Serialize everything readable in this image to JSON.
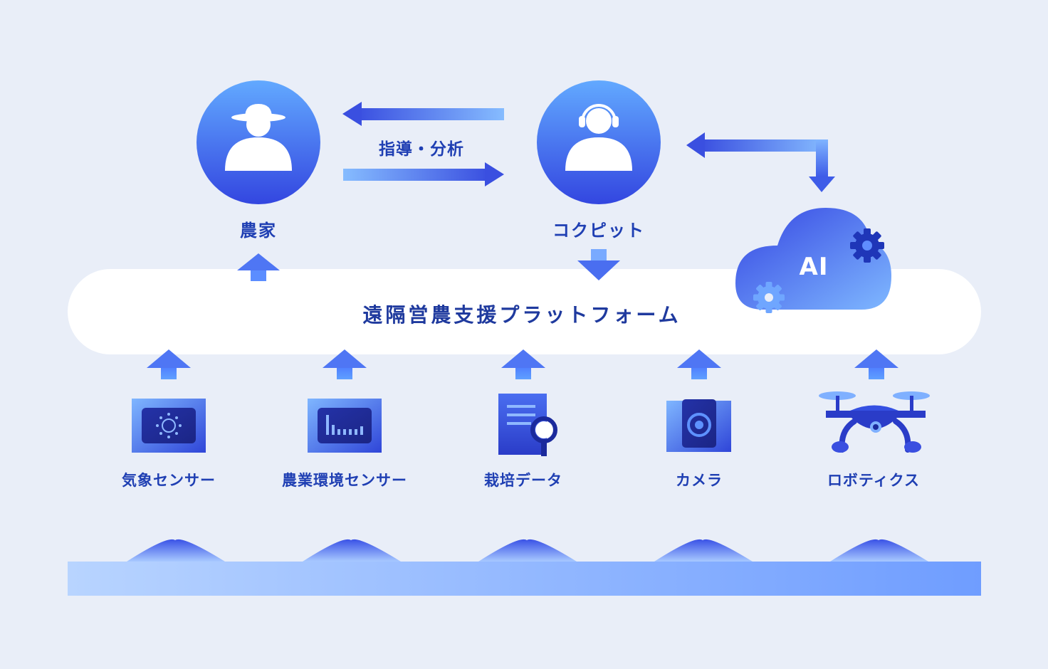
{
  "diagram": {
    "actors": [
      {
        "id": "farmer",
        "label": "農家",
        "icon": "farmer-hat-icon"
      },
      {
        "id": "cockpit",
        "label": "コクピット",
        "icon": "headset-operator-icon"
      }
    ],
    "exchange_label": "指導・分析",
    "ai": {
      "label": "AI",
      "icon": "cloud-gear-icon"
    },
    "platform": {
      "label": "遠隔営農支援プラットフォーム"
    },
    "inputs": [
      {
        "label": "気象センサー",
        "icon": "weather-sensor-icon"
      },
      {
        "label": "農業環境センサー",
        "icon": "environment-sensor-icon"
      },
      {
        "label": "栽培データ",
        "icon": "document-search-icon"
      },
      {
        "label": "カメラ",
        "icon": "camera-icon"
      },
      {
        "label": "ロボティクス",
        "icon": "drone-icon"
      }
    ],
    "colors": {
      "background": "#e9eef8",
      "accent_dark": "#3a4fe0",
      "accent_light": "#7fb0ff",
      "label_text": "#1f3fb3",
      "platform_fill": "#ffffff"
    }
  }
}
